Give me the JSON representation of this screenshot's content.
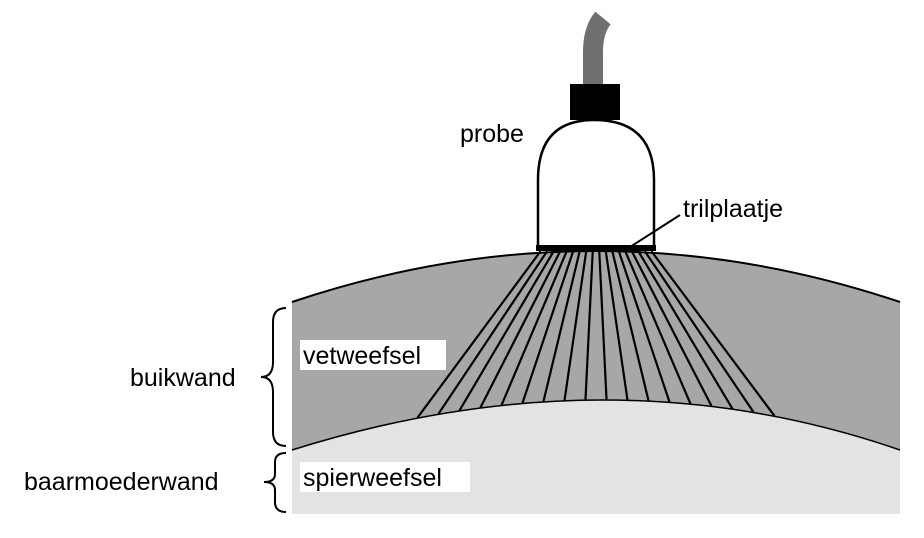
{
  "labels": {
    "probe": "probe",
    "element": "trilplaatje",
    "fat": "vetweefsel",
    "muscle": "spierweefsel",
    "abdominal_wall": "buikwand",
    "uterine_wall": "baarmoederwand"
  },
  "colors": {
    "fat_layer": "#a7a7a7",
    "muscle_layer": "#e3e3e3",
    "cable": "#707070",
    "connector": "#000000",
    "outline": "#000000",
    "label_background": "#ffffff"
  },
  "beam": {
    "line_count": 18
  }
}
